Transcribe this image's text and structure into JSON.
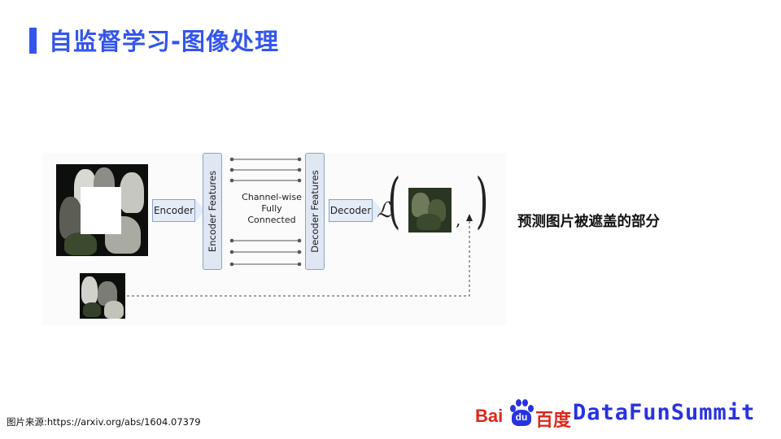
{
  "header": {
    "title": "自监督学习-图像处理"
  },
  "diagram": {
    "encoder_label": "Encoder",
    "encoder_features_label": "Encoder Features",
    "fc_lines": [
      "Channel-wise",
      "Fully",
      "Connected"
    ],
    "decoder_features_label": "Decoder Features",
    "decoder_label": "Decoder",
    "loss_symbol": "ℒ",
    "open_paren": "(",
    "comma": ",",
    "close_paren": ")"
  },
  "side_text": "预测图片被遮盖的部分",
  "footer": {
    "source": "图片来源:https://arxiv.org/abs/1604.07379",
    "logo_baidu_text": "Bai",
    "logo_paw_text": "du",
    "logo_chinese": "百度",
    "logo_brand": "DataFunSummit"
  },
  "colors": {
    "title_blue": "#3355ee",
    "logo_red": "#e1251b",
    "logo_blue": "#2932e1",
    "box_fill": "#e4ecf8",
    "box_border": "#8aa3c4"
  }
}
